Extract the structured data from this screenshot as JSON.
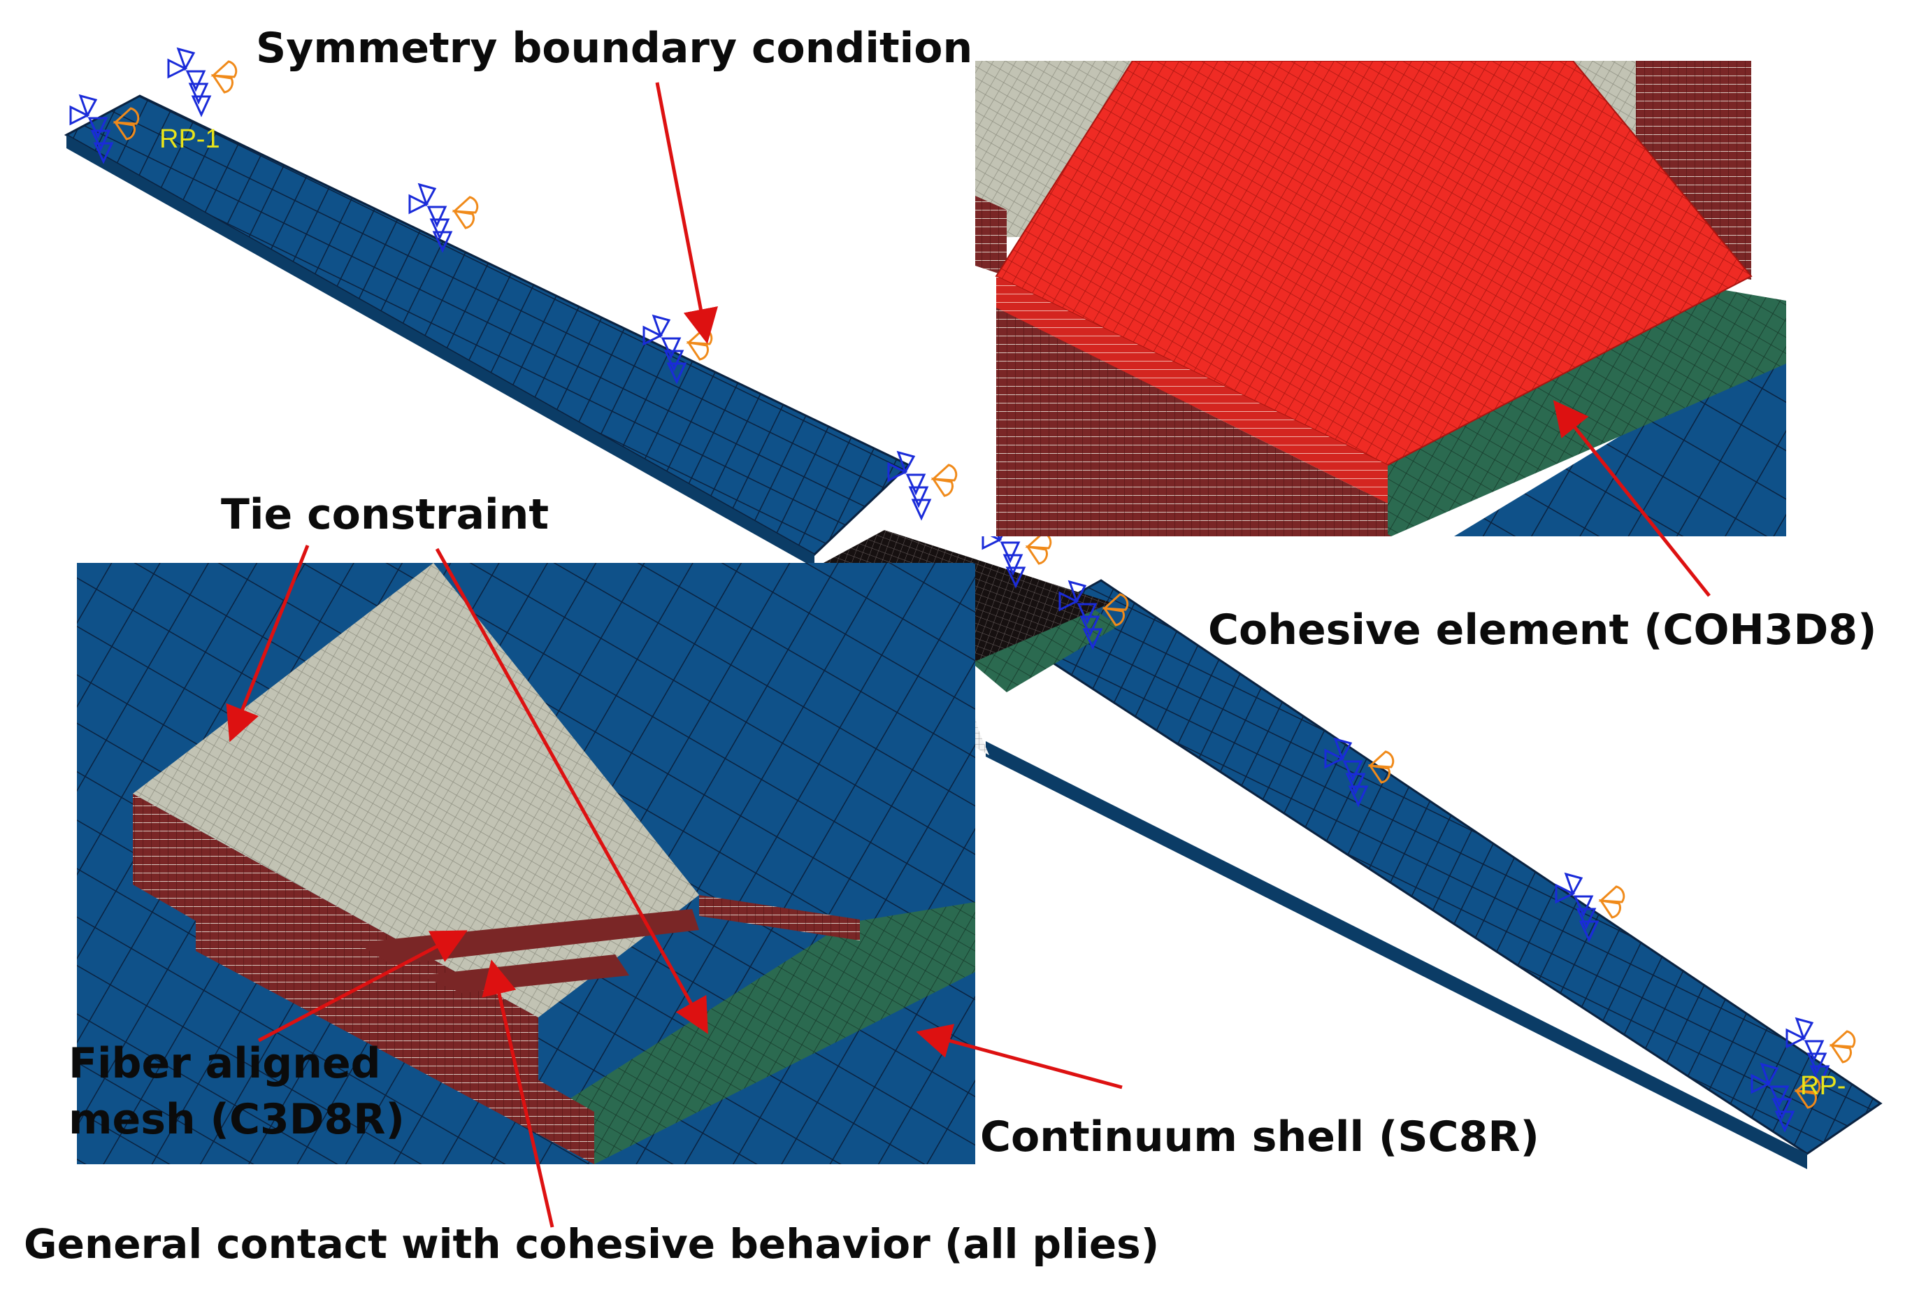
{
  "figure": {
    "reference_points": [
      "RP-1",
      "RP-"
    ],
    "callouts": {
      "symmetry": "Symmetry boundary condition",
      "tie": "Tie constraint",
      "cohesive_element": "Cohesive element (COH3D8)",
      "fiber_mesh_line1": "Fiber aligned",
      "fiber_mesh_line2": "mesh (C3D8R)",
      "continuum_shell": "Continuum shell (SC8R)",
      "general_contact": "General contact with cohesive behavior (all plies)"
    },
    "colors": {
      "adherend_blue": "#0f5189",
      "mesh_line": "#0a2240",
      "ply_grey": "#c2c3b4",
      "ply_dark_red": "#7a2626",
      "overlap_green": "#2b6a50",
      "cohesive_red": "#ef2b24",
      "arrow_red": "#dd1111",
      "bc_blue": "#1a2bd9",
      "bc_orange": "#f08a1a",
      "rp_yellow": "#e8e41a"
    }
  }
}
